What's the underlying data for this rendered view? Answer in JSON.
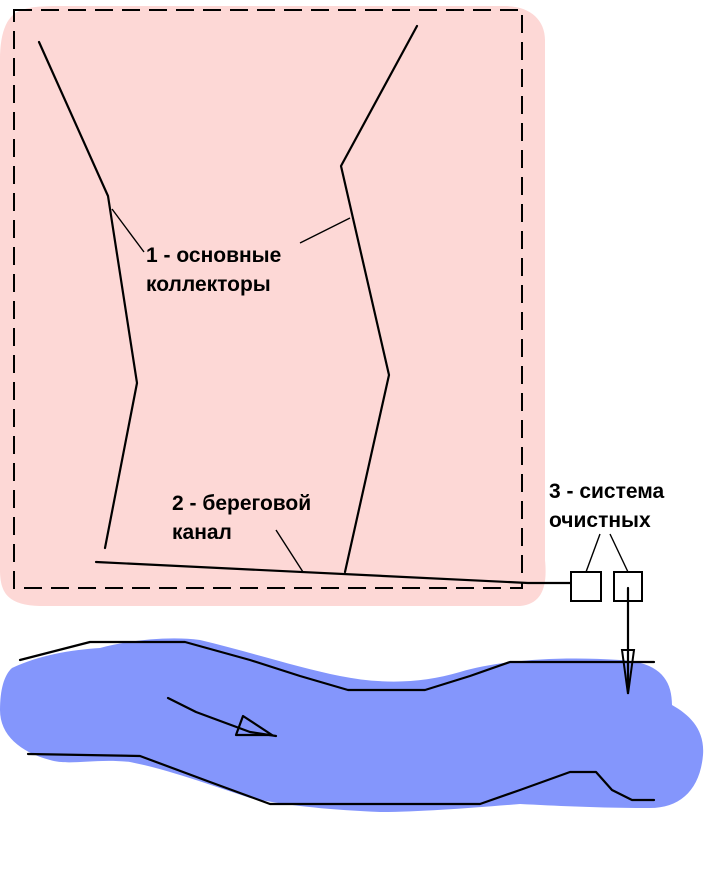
{
  "colors": {
    "zone_fill": "#fdd8d6",
    "river_fill": "#8496fc",
    "ink": "#000000",
    "background": "#ffffff"
  },
  "labels": {
    "collectors_line1": "1 - основные",
    "collectors_line2": "коллекторы",
    "canal_line1": "2 - береговой",
    "canal_line2": "канал",
    "treatment_line1": "3 - система",
    "treatment_line2": "очистных"
  }
}
